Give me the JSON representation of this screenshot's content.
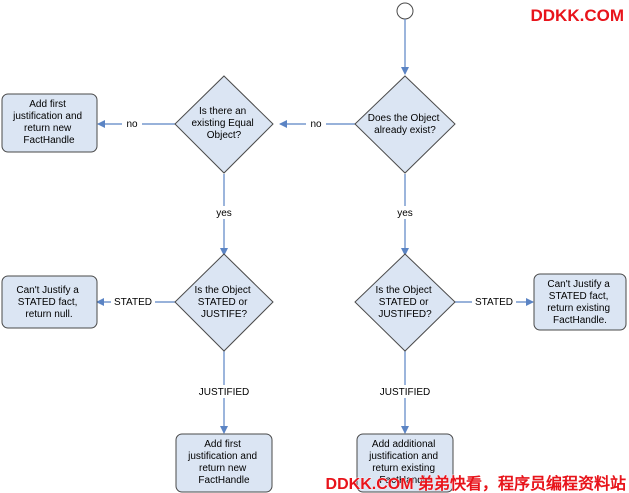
{
  "nodes": {
    "decision_exists": [
      "Does the Object",
      "already exist?"
    ],
    "decision_equal": [
      "Is there an",
      "existing Equal",
      "Object?"
    ],
    "box_add_first_top": [
      "Add first",
      "justification and",
      "return new",
      "FactHandle"
    ],
    "decision_left": [
      "Is the Object",
      "STATED or",
      "JUSTIFE?"
    ],
    "decision_right": [
      "Is the Object",
      "STATED or",
      "JUSTIFED?"
    ],
    "box_cant_left": [
      "Can't Justify a",
      "STATED fact,",
      "return null."
    ],
    "box_cant_right": [
      "Can't Justify a",
      "STATED fact,",
      "return existing",
      "FactHandle."
    ],
    "box_add_first_bottom": [
      "Add first",
      "justification and",
      "return new",
      "FactHandle"
    ],
    "box_add_additional": [
      "Add additional",
      "justification and",
      "return existing",
      "FactHandle"
    ]
  },
  "edges": {
    "no_1": "no",
    "no_2": "no",
    "yes_1": "yes",
    "yes_2": "yes",
    "stated_left": "STATED",
    "stated_right": "STATED",
    "justified_left": "JUSTIFIED",
    "justified_right": "JUSTIFIED"
  },
  "watermarks": {
    "top": "DDKK.COM",
    "bottom": "DDKK.COM 弟弟快看，程序员编程资料站"
  },
  "colors": {
    "fill": "#dbe5f3",
    "stroke": "#4a4a4a",
    "arrow": "#5b84c4",
    "watermark": "#e8141b"
  }
}
